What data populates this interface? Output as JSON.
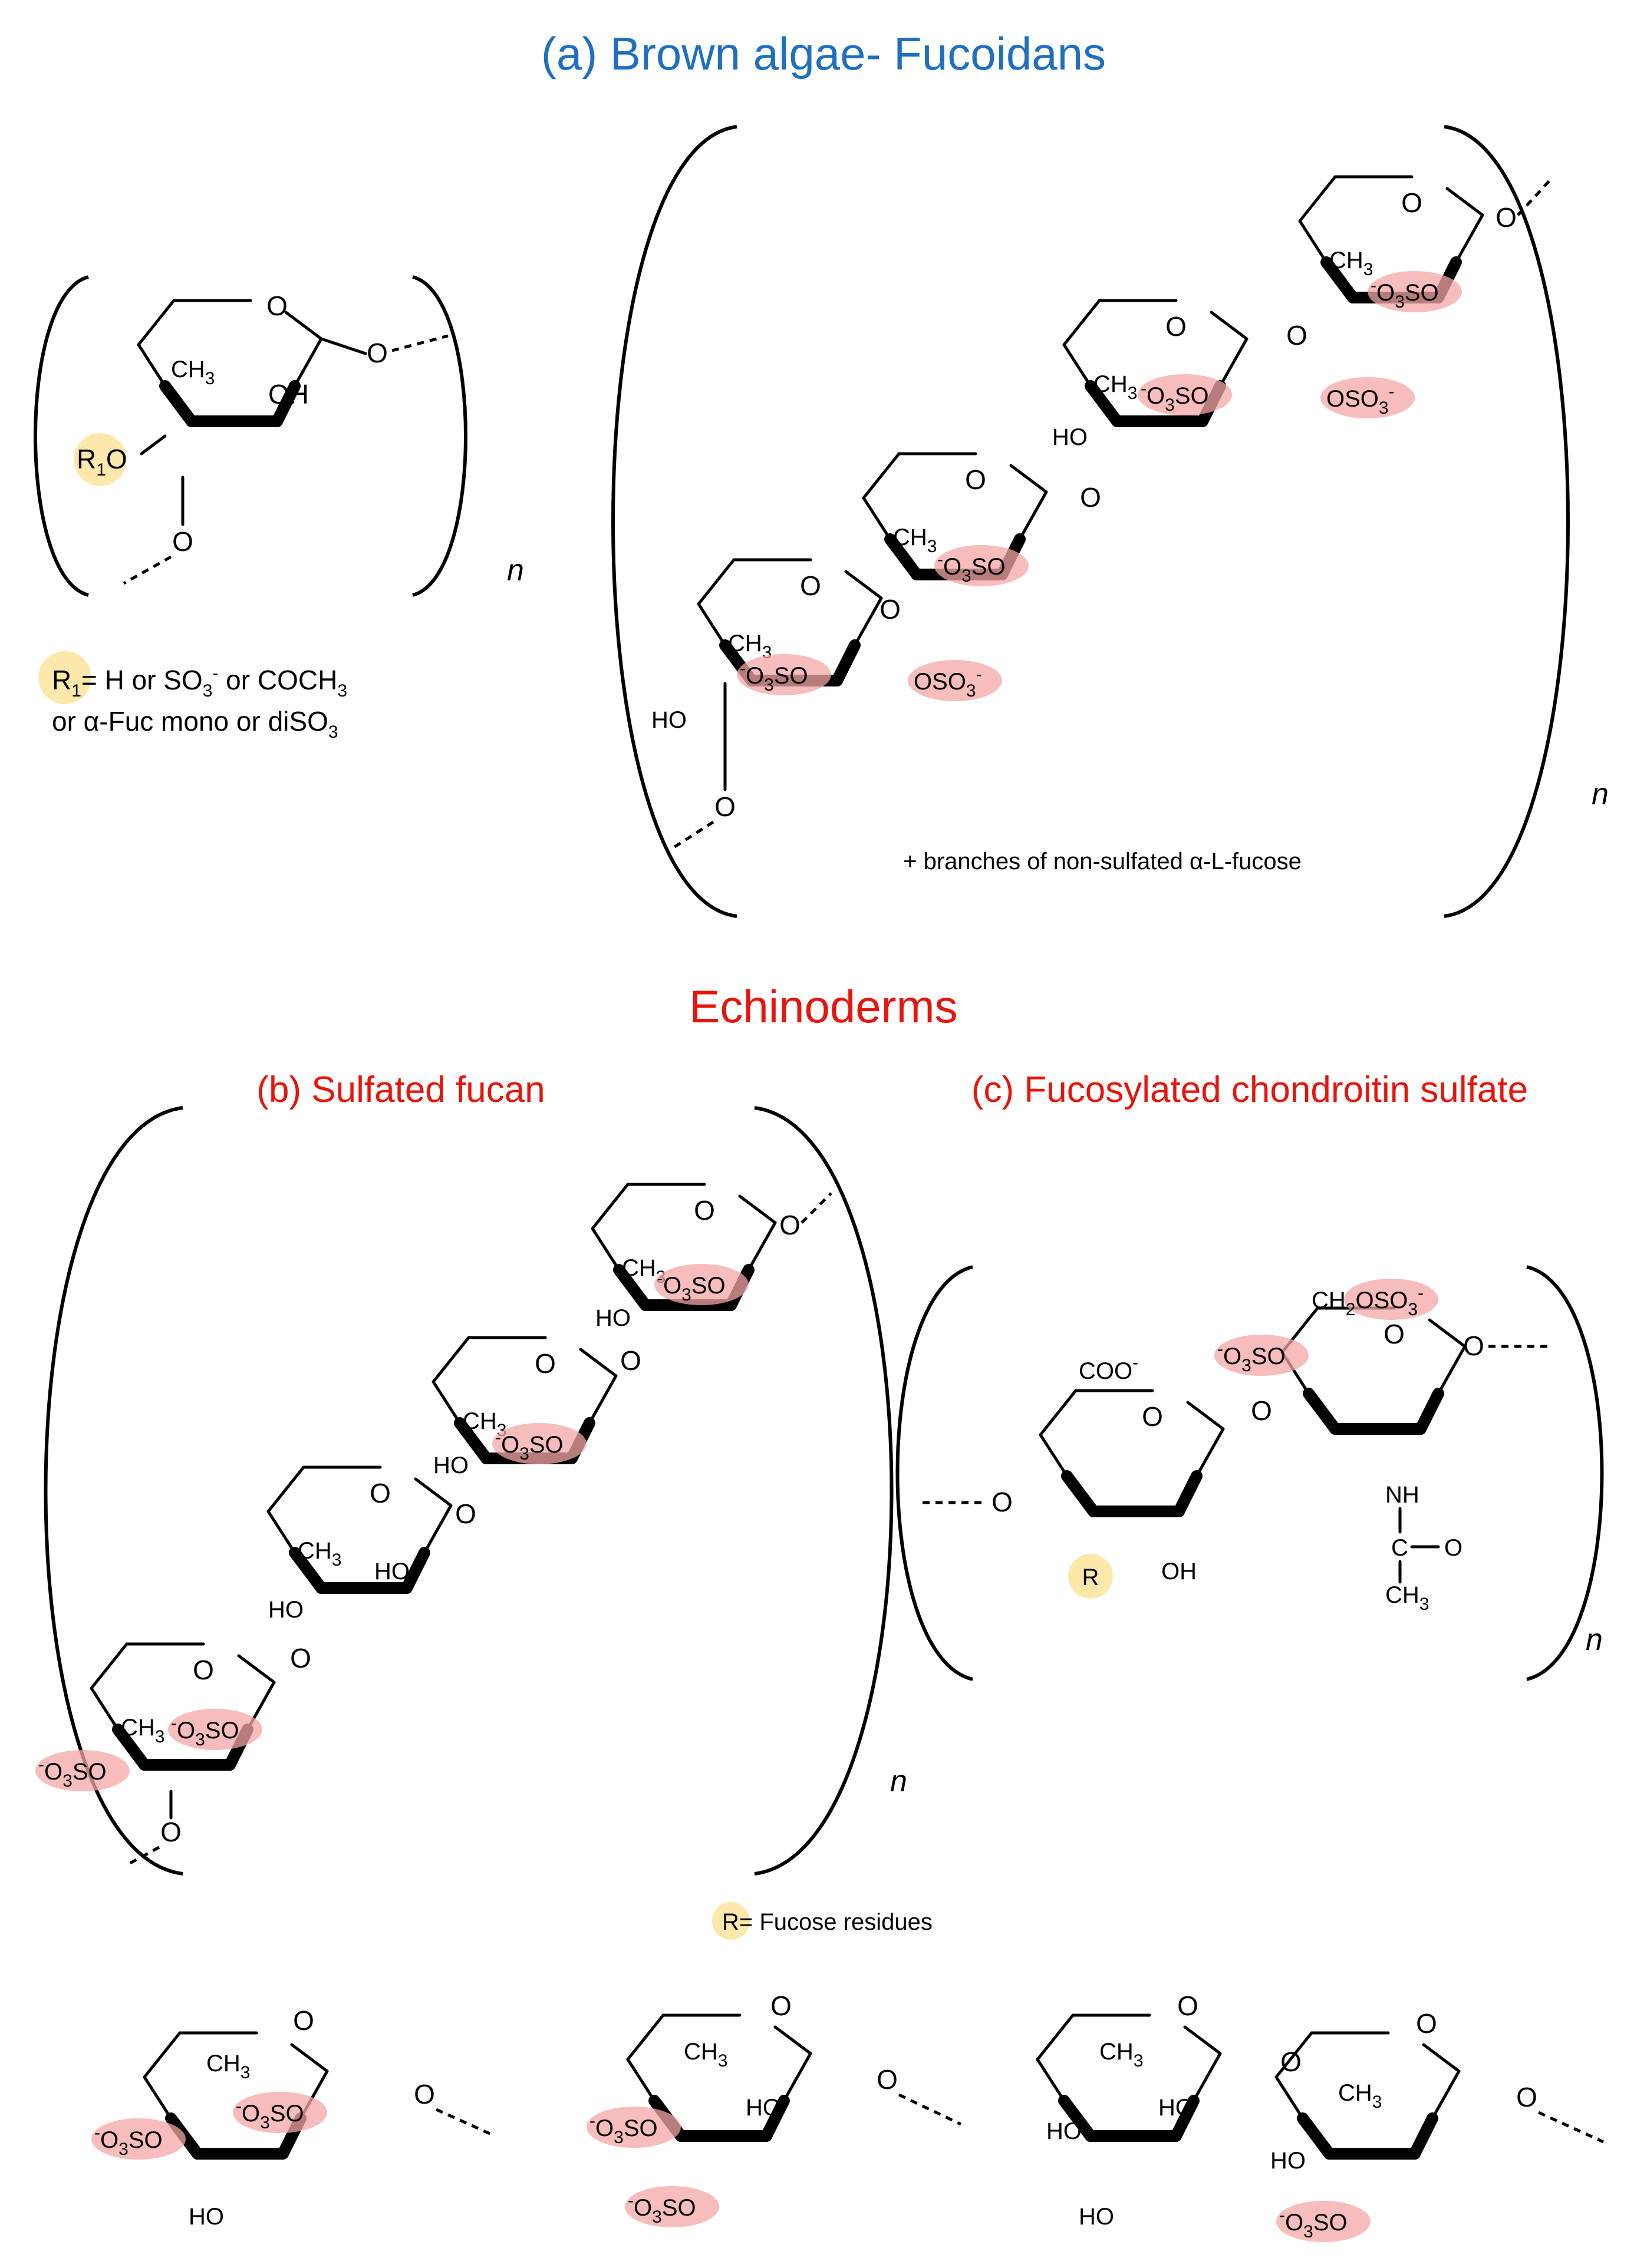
{
  "headings": {
    "panel_a": "(a) Brown algae- Fucoidans",
    "echinoderms": "Echinoderms",
    "panel_b": "(b) Sulfated fucan",
    "panel_c": "(c) Fucosylated chondroitin sulfate"
  },
  "repeat_label": "n",
  "panel_a": {
    "r1_definition_line1": "= H or SO",
    "r1_definition_or": " or COCH",
    "r1_definition_line2": "or α-Fuc mono or diSO",
    "branch_note": "+ branches of non-sulfated α-L-fucose"
  },
  "panel_c": {
    "r_note": "= Fucose residues"
  },
  "atoms": {
    "ring_o": "O",
    "ch3": "CH",
    "oh": "OH",
    "ho": "HO",
    "r": "R",
    "r1": "R",
    "sulfate_left": "O",
    "sulfate_left_tail": "SO",
    "sulfate_right": "OSO",
    "coo": "COO",
    "ch2": "CH",
    "nh": "NH",
    "carbonyl_c": "C",
    "subscript_1": "1",
    "subscript_2": "2",
    "subscript_3": "3",
    "minus": "-"
  },
  "colors": {
    "panel_a_heading": "#1f6fbf",
    "echinoderm_headings": "#e8140c",
    "sulfate_highlight": "#f4a6a6",
    "r_highlight": "#fde7a6"
  }
}
